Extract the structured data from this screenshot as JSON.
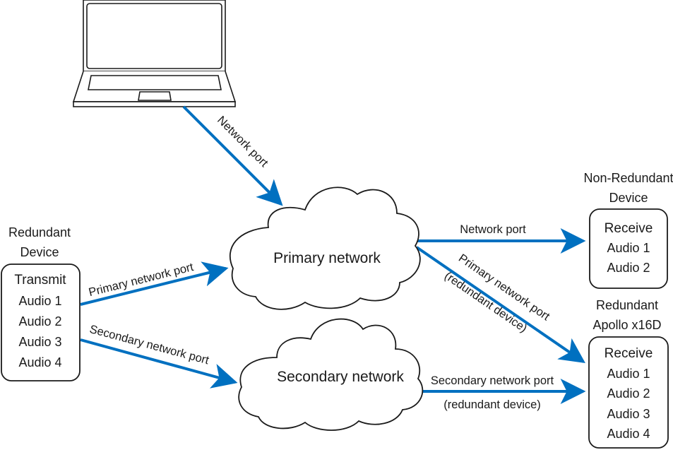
{
  "colors": {
    "arrow": "#0070c0",
    "outline": "#1a1a1a",
    "background": "#ffffff"
  },
  "laptop": {
    "icon": "laptop-icon"
  },
  "clouds": {
    "primary": {
      "label": "Primary network"
    },
    "secondary": {
      "label": "Secondary network"
    }
  },
  "devices": {
    "transmitter": {
      "heading": [
        "Redundant",
        "Device"
      ],
      "title": "Transmit",
      "channels": [
        "Audio 1",
        "Audio 2",
        "Audio 3",
        "Audio 4"
      ]
    },
    "non_redundant": {
      "heading": [
        "Non-Redundant",
        "Device"
      ],
      "title": "Receive",
      "channels": [
        "Audio 1",
        "Audio 2"
      ]
    },
    "apollo": {
      "heading": [
        "Redundant",
        "Apollo x16D"
      ],
      "title": "Receive",
      "channels": [
        "Audio 1",
        "Audio 2",
        "Audio 3",
        "Audio 4"
      ]
    }
  },
  "edges": {
    "laptop_to_primary": "Network port",
    "tx_to_primary": "Primary network port",
    "tx_to_secondary": "Secondary network port",
    "primary_to_nonred": "Network port",
    "primary_to_apollo": [
      "Primary network port",
      "(redundant device)"
    ],
    "secondary_to_apollo": [
      "Secondary network port",
      "(redundant device)"
    ]
  }
}
